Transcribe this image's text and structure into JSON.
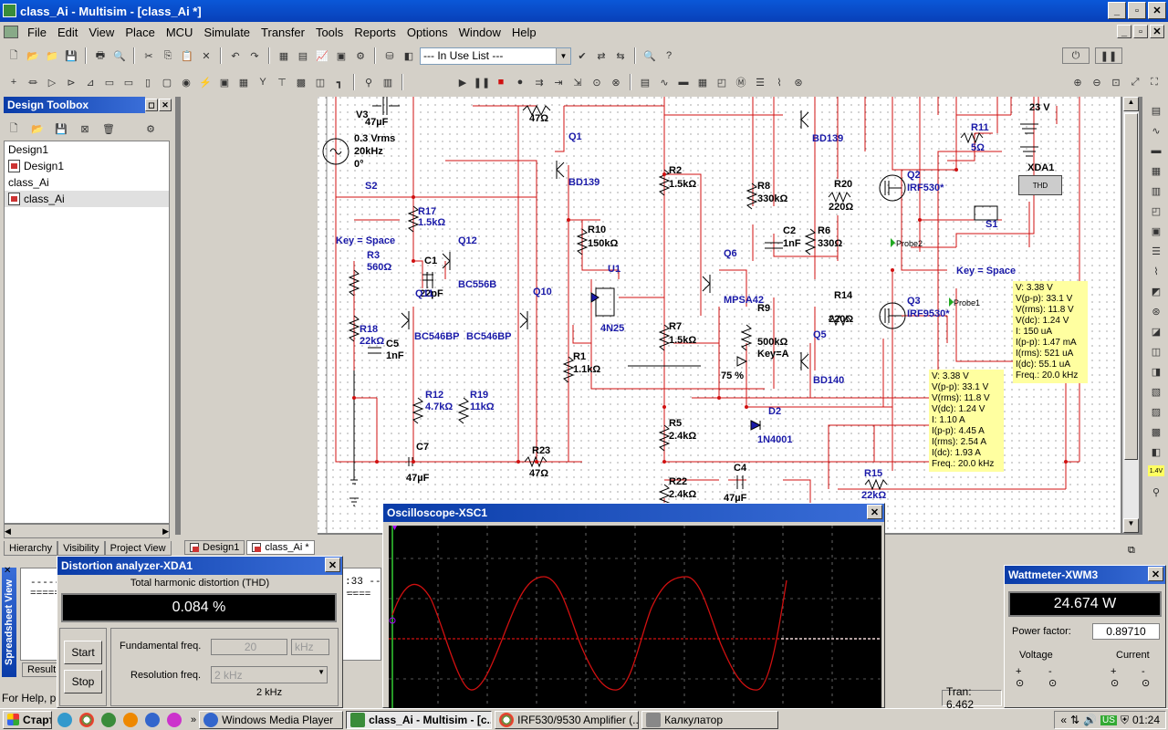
{
  "window": {
    "title": "class_Ai - Multisim - [class_Ai *]"
  },
  "menu": [
    "File",
    "Edit",
    "View",
    "Place",
    "MCU",
    "Simulate",
    "Transfer",
    "Tools",
    "Reports",
    "Options",
    "Window",
    "Help"
  ],
  "toolbar": {
    "in_use_list": "--- In Use List ---"
  },
  "design_toolbox": {
    "title": "Design Toolbox",
    "items": [
      "Design1",
      "Design1",
      "class_Ai",
      "class_Ai"
    ],
    "tabs": [
      "Hierarchy",
      "Visibility",
      "Project View"
    ]
  },
  "doc_tabs": [
    "Design1",
    "class_Ai *"
  ],
  "schematic": {
    "labels": {
      "v3": "V3",
      "c_top": "47µF",
      "src": "0.3 Vrms",
      "freq": "20kHz",
      "deg": "0°",
      "r_top": "47Ω",
      "q1": "Q1",
      "bd139a": "BD139",
      "bd139b": "BD139",
      "r11": "R11",
      "r11v": "5Ω",
      "v23": "23 V",
      "xda1": "XDA1",
      "s2": "S2",
      "r17": "R17",
      "r17v": "1.5kΩ",
      "q12": "Q12",
      "keyspace1": "Key = Space",
      "r3": "R3",
      "r3v": "560Ω",
      "c1": "C1",
      "c1v": "22pF",
      "q11": "Q11",
      "bc556": "BC556B",
      "q10": "Q10",
      "r2": "R2",
      "r2v": "1.5kΩ",
      "r10": "R10",
      "r10v": "150kΩ",
      "u1": "U1",
      "n25": "4N25",
      "r8": "R8",
      "r8v": "330kΩ",
      "c2": "C2",
      "c2v": "1nF",
      "r6": "R6",
      "r6v": "330Ω",
      "q6": "Q6",
      "mpsa42": "MPSA42",
      "r20": "R20",
      "r20v": "220Ω",
      "q2": "Q2",
      "irf530": "IRF530*",
      "probe2": "Probe2",
      "s1": "S1",
      "keyspace2": "Key = Space",
      "probe1": "Probe1",
      "r14": "R14",
      "r14v": "220Ω",
      "q3": "Q3",
      "irf9530": "IRF9530*",
      "r18": "R18",
      "r18v": "22kΩ",
      "c5": "C5",
      "c5v": "1nF",
      "bc546a": "BC546BP",
      "bc546b": "BC546BP",
      "r7": "R7",
      "r7v": "1.5kΩ",
      "r9": "R9",
      "r9v": "500kΩ",
      "keya": "Key=A",
      "q5": "Q5",
      "pct": "75 %",
      "bd140": "BD140",
      "r1": "R1",
      "r1v": "1.1kΩ",
      "r12": "R12",
      "r12v": "4.7kΩ",
      "r19": "R19",
      "r19v": "11kΩ",
      "d2": "D2",
      "n4001": "1N4001",
      "r5": "R5",
      "r5v": "2.4kΩ",
      "c7": "C7",
      "c7v": "47µF",
      "r23": "R23",
      "r23v": "47Ω",
      "c4": "C4",
      "c4v": "47µF",
      "r15": "R15",
      "r15v": "22kΩ",
      "r22": "R22",
      "r22v": "2.4kΩ"
    },
    "probe1_readout": [
      "V: 3.38 V",
      "V(p-p): 33.1 V",
      "V(rms): 11.8 V",
      "V(dc): 1.24 V",
      "I: 150 uA",
      "I(p-p): 1.47 mA",
      "I(rms): 521 uA",
      "I(dc): 55.1 uA",
      "Freq.: 20.0 kHz"
    ],
    "probe2_readout": [
      "V: 3.38 V",
      "V(p-p): 33.1 V",
      "V(rms): 11.8 V",
      "V(dc): 1.24 V",
      "I: 1.10 A",
      "I(p-p): 4.45 A",
      "I(rms): 2.54 A",
      "I(dc): 1.93 A",
      "Freq.: 20.0 kHz"
    ]
  },
  "distortion": {
    "title": "Distortion analyzer-XDA1",
    "subtitle": "Total harmonic distortion (THD)",
    "value": "0.084 %",
    "start": "Start",
    "stop": "Stop",
    "fund_label": "Fundamental freq.",
    "fund_value": "20",
    "fund_unit": "kHz",
    "res_label": "Resolution freq.",
    "res_value": "2 kHz",
    "res_display": "2 kHz"
  },
  "oscilloscope": {
    "title": "Oscilloscope-XSC1"
  },
  "wattmeter": {
    "title": "Wattmeter-XWM3",
    "value": "24.674 W",
    "pf_label": "Power factor:",
    "pf_value": "0.89710",
    "voltage": "Voltage",
    "current": "Current",
    "plus": "+",
    "minus": "-"
  },
  "spreadsheet": {
    "side_label": "Spreadsheet View",
    "tab": "Result",
    "line1": "-----",
    "line2": "=====",
    "time": ":33 ----",
    "eq": "===="
  },
  "status": {
    "help": "For Help, p",
    "tran": "Tran: 6.462",
    "ind": "1.4V"
  },
  "taskbar": {
    "start": "Старт",
    "tasks": [
      "Windows Media Player",
      "class_Ai - Multisim - [c...",
      "IRF530/9530 Amplifier (...",
      "Калкулатор"
    ],
    "clock": "01:24",
    "lang": "US"
  },
  "colors": {
    "wire": "#d01010",
    "label": "#1a1aa8",
    "titlebar": "#0a58d8",
    "trace": "#d01010"
  }
}
